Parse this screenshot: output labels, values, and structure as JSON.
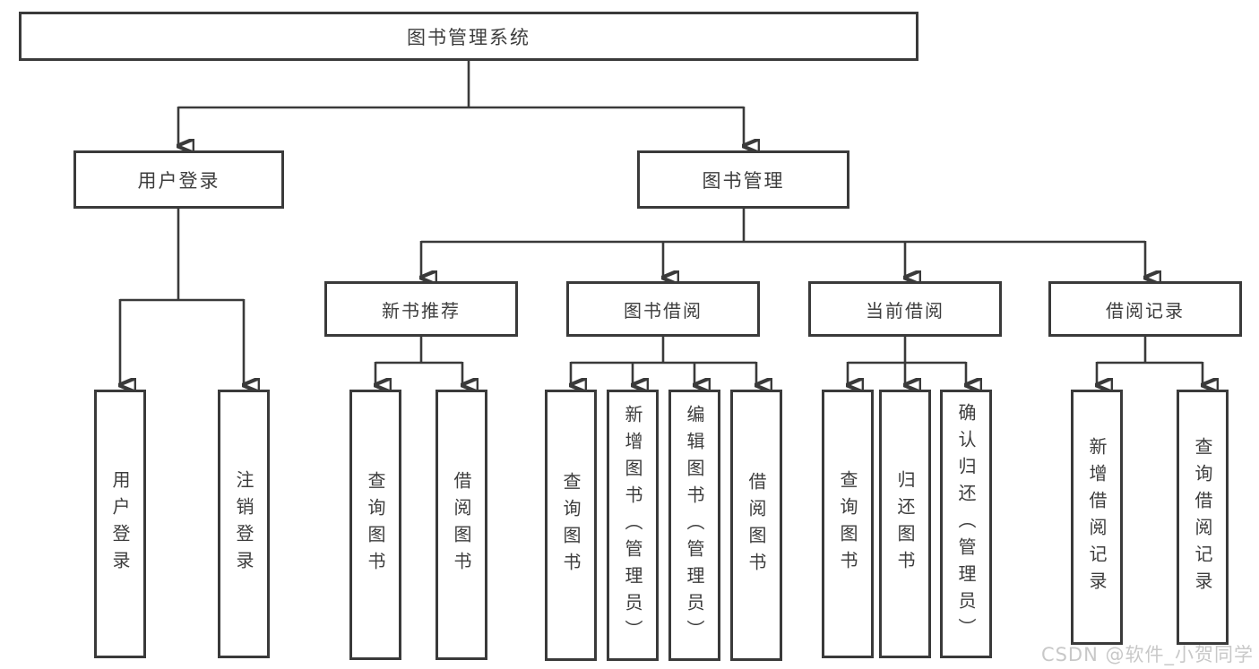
{
  "diagram": {
    "root": {
      "label": "图书管理系统"
    },
    "level2": [
      {
        "id": "user-login",
        "label": "用户登录"
      },
      {
        "id": "book-management",
        "label": "图书管理"
      }
    ],
    "level3": [
      {
        "id": "new-book-recommendation",
        "label": "新书推荐"
      },
      {
        "id": "book-borrowing",
        "label": "图书借阅"
      },
      {
        "id": "current-borrowing",
        "label": "当前借阅"
      },
      {
        "id": "borrowing-records",
        "label": "借阅记录"
      }
    ],
    "leaves": [
      {
        "parent": "用户登录",
        "label": "用户登录"
      },
      {
        "parent": "用户登录",
        "label": "注销登录"
      },
      {
        "parent": "新书推荐",
        "label": "查询图书"
      },
      {
        "parent": "新书推荐",
        "label": "借阅图书"
      },
      {
        "parent": "图书借阅",
        "label": "查询图书"
      },
      {
        "parent": "图书借阅",
        "label": "新增图书（管理员）"
      },
      {
        "parent": "图书借阅",
        "label": "编辑图书（管理员）"
      },
      {
        "parent": "图书借阅",
        "label": "借阅图书"
      },
      {
        "parent": "当前借阅",
        "label": "查询图书"
      },
      {
        "parent": "当前借阅",
        "label": "归还图书"
      },
      {
        "parent": "当前借阅",
        "label": "确认归还（管理员）"
      },
      {
        "parent": "借阅记录",
        "label": "新增借阅记录"
      },
      {
        "parent": "借阅记录",
        "label": "查询借阅记录"
      }
    ]
  },
  "watermark": {
    "text": "CSDN @软件_小贺同学"
  },
  "colors": {
    "line": "#3a3a3a",
    "ink": "#3d3d3d",
    "background": "#ffffff",
    "watermark": "#c8c8c8"
  }
}
